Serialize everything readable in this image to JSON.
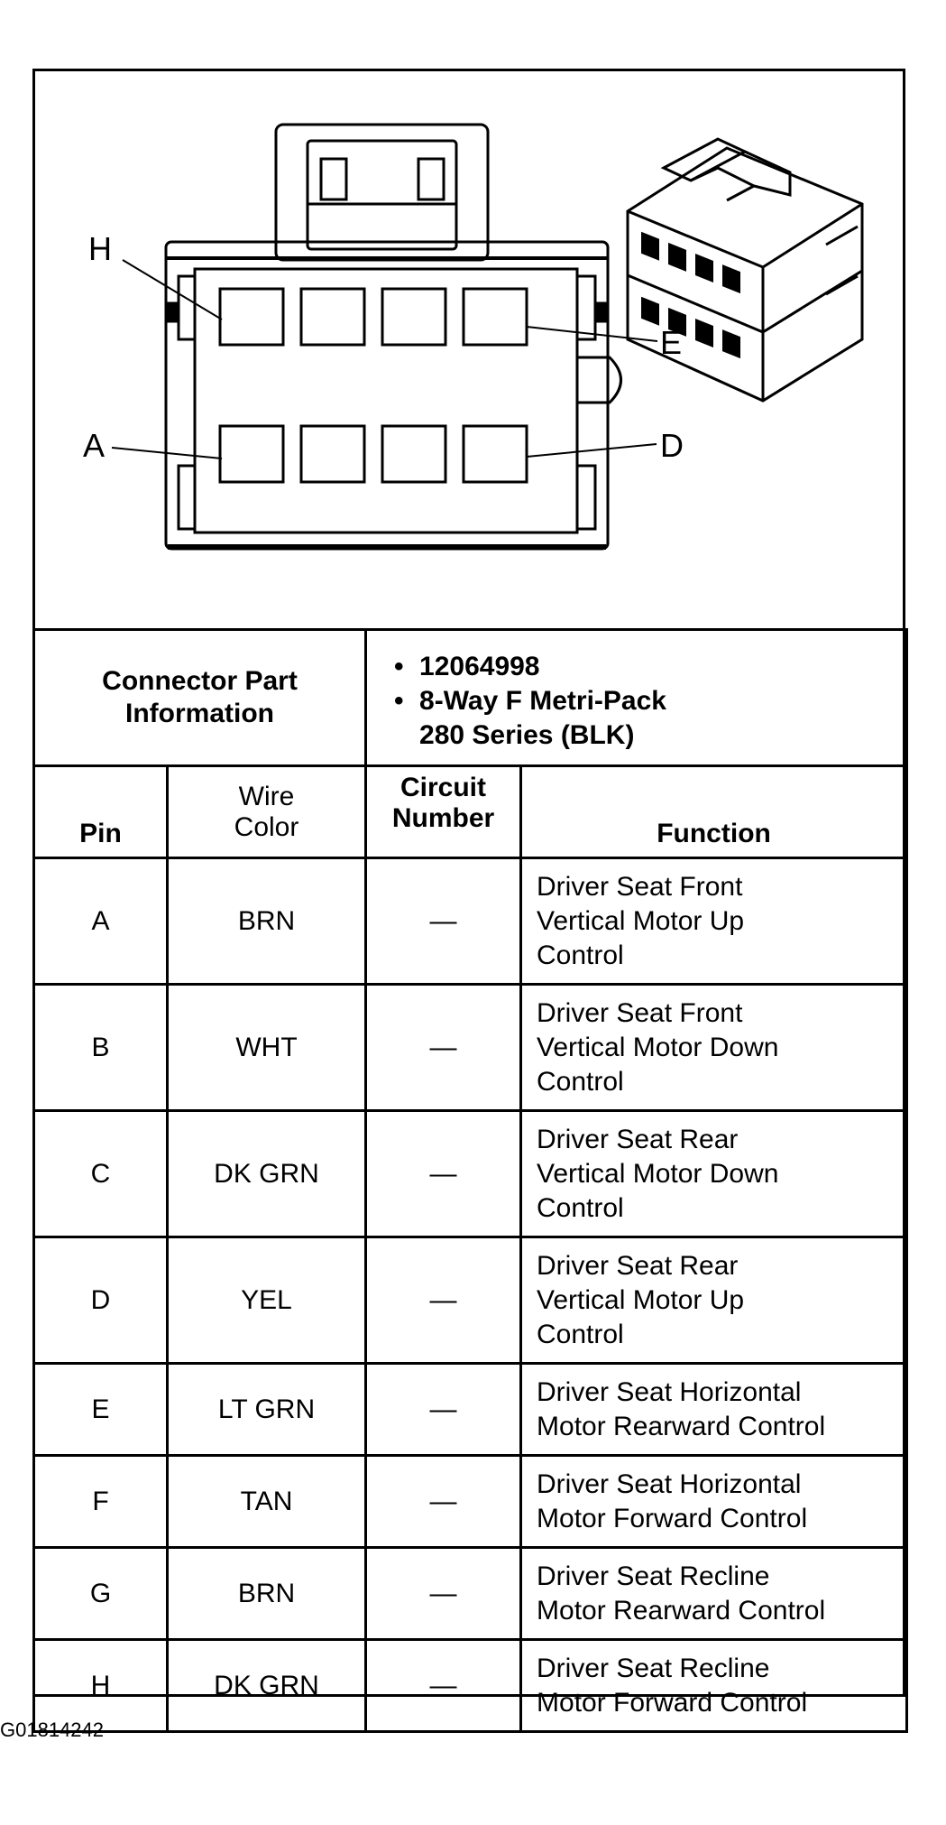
{
  "diagram": {
    "pin_labels": {
      "h": "H",
      "e": "E",
      "a": "A",
      "d": "D"
    }
  },
  "connector_info": {
    "label_line1": "Connector Part",
    "label_line2": "Information",
    "part_number": "12064998",
    "description_line1": "8-Way F Metri-Pack",
    "description_line2": "280 Series (BLK)"
  },
  "table_headers": {
    "pin": "Pin",
    "wire_color_line1": "Wire",
    "wire_color_line2": "Color",
    "circuit_line1": "Circuit",
    "circuit_line2": "Number",
    "function": "Function"
  },
  "rows": [
    {
      "pin": "A",
      "wire": "BRN",
      "circuit": "—",
      "function": [
        "Driver Seat Front",
        "Vertical Motor Up",
        "Control"
      ]
    },
    {
      "pin": "B",
      "wire": "WHT",
      "circuit": "—",
      "function": [
        "Driver Seat Front",
        "Vertical Motor Down",
        "Control"
      ]
    },
    {
      "pin": "C",
      "wire": "DK GRN",
      "circuit": "—",
      "function": [
        "Driver Seat Rear",
        "Vertical Motor Down",
        "Control"
      ]
    },
    {
      "pin": "D",
      "wire": "YEL",
      "circuit": "—",
      "function": [
        "Driver Seat Rear",
        "Vertical Motor Up",
        "Control"
      ]
    },
    {
      "pin": "E",
      "wire": "LT GRN",
      "circuit": "—",
      "function": [
        "Driver Seat Horizontal",
        "Motor Rearward Control"
      ]
    },
    {
      "pin": "F",
      "wire": "TAN",
      "circuit": "—",
      "function": [
        "Driver Seat Horizontal",
        "Motor Forward Control"
      ]
    },
    {
      "pin": "G",
      "wire": "BRN",
      "circuit": "—",
      "function": [
        "Driver Seat Recline",
        "Motor Rearward Control"
      ]
    },
    {
      "pin": "H",
      "wire": "DK GRN",
      "circuit": "—",
      "function": [
        "Driver Seat Recline",
        "Motor Forward Control"
      ]
    }
  ],
  "reference_code": "G01814242"
}
